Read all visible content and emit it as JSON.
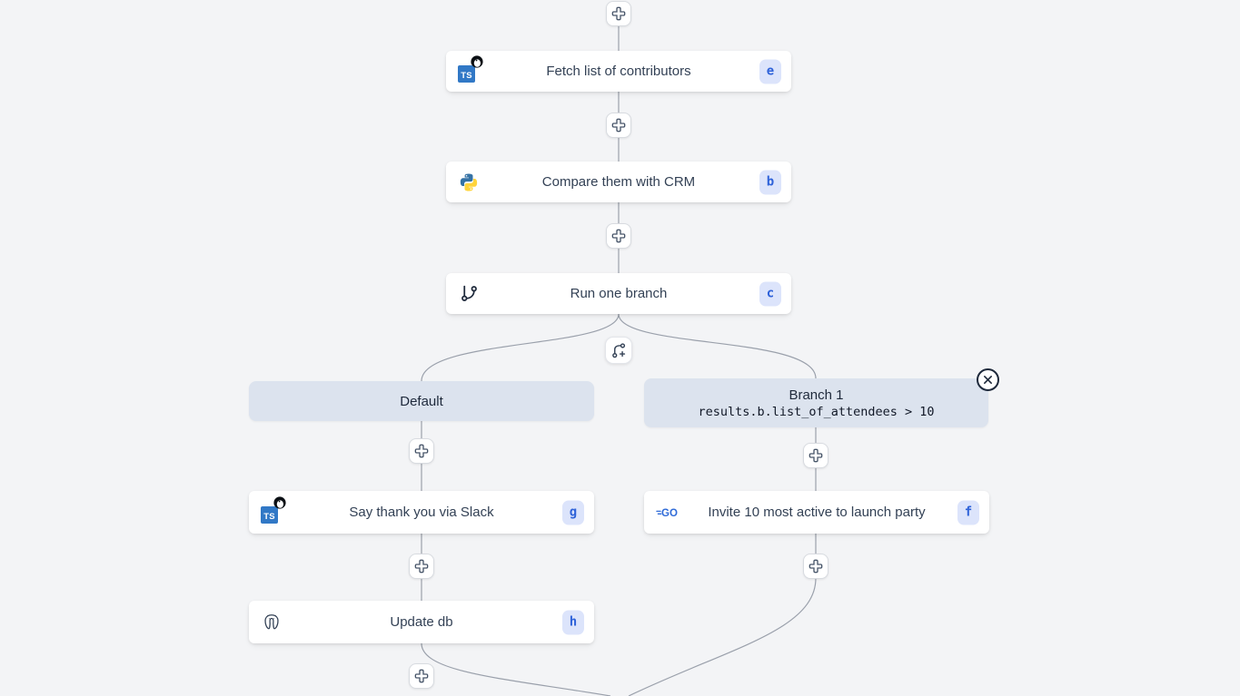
{
  "colors": {
    "background": "#f3f4f6",
    "edge": "#9aa0ab",
    "card_bg": "#ffffff",
    "branch_header_bg": "#dce3ee",
    "badge_bg": "#dce4fb",
    "badge_text": "#2e62d9",
    "typescript_blue": "#3178c6",
    "go_blue": "#2f6bd8",
    "python_blue": "#3572a5",
    "python_yellow": "#ffd43b"
  },
  "icon_text": {
    "ts": "TS",
    "go": "GO"
  },
  "nodes": [
    {
      "label": "Fetch list of contributors",
      "badge": "e",
      "icon": "typescript-deno"
    },
    {
      "label": "Compare them with CRM",
      "badge": "b",
      "icon": "python"
    },
    {
      "label": "Run one branch",
      "badge": "c",
      "icon": "git-branch"
    },
    {
      "label": "Say thank you via Slack",
      "badge": "g",
      "icon": "typescript-deno"
    },
    {
      "label": "Invite 10 most active to launch party",
      "badge": "f",
      "icon": "go"
    },
    {
      "label": "Update db",
      "badge": "h",
      "icon": "postgresql"
    }
  ],
  "branches": {
    "default_label": "Default",
    "branch1_label": "Branch 1",
    "branch1_condition": "results.b.list_of_attendees > 10"
  }
}
